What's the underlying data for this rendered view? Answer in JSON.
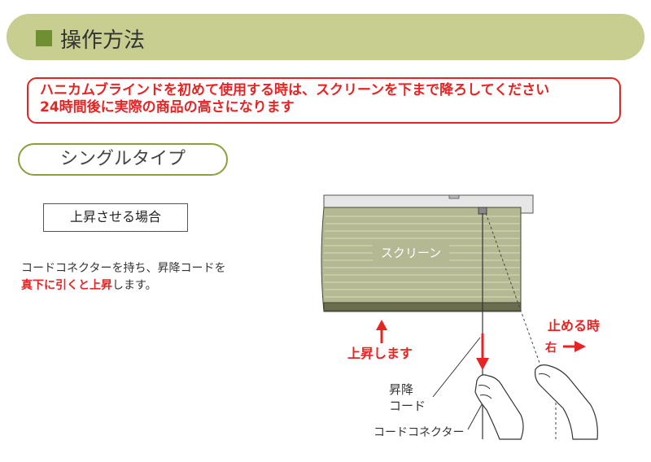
{
  "header": {
    "title": "操作方法"
  },
  "notice": {
    "line1": "ハニカムブラインドを初めて使用する時は、スクリーンを下まで降ろしてください",
    "line2": "24時間後に実際の商品の高さになります"
  },
  "section": {
    "pill_label": "シングルタイプ",
    "case_label": "上昇させる場合"
  },
  "description": {
    "line1": "コードコネクターを持ち、昇降コードを",
    "line2_emph": "真下に引くと上昇",
    "line2_rest": "します。"
  },
  "figure": {
    "screen_label": "スクリーン",
    "rise_label": "上昇します",
    "stop_label": "止める時",
    "right_label": "右",
    "cord_label_1": "昇降",
    "cord_label_2": "コード",
    "connector_label": "コードコネクター"
  },
  "colors": {
    "accent_red": "#e52423",
    "header_green": "#c7ce8f",
    "border_green": "#8aa03a",
    "shade": "#b4b893"
  }
}
